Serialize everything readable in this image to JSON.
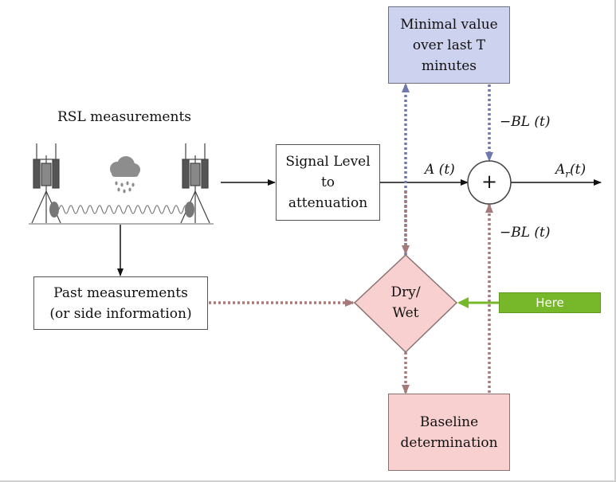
{
  "header": {
    "title": "RSL measurements"
  },
  "boxes": {
    "minimal": "Minimal value\nover last T\nminutes",
    "signal": "Signal Level\nto\nattenuation",
    "past": "Past measurements\n(or side information)",
    "baseline": "Baseline\ndetermination"
  },
  "diamond": {
    "label": "Dry/\nWet"
  },
  "summer": {
    "symbol": "+"
  },
  "signals": {
    "a_t": "A (t)",
    "ar_t": "A",
    "ar_sub": "r",
    "ar_tail": "(t)",
    "bl_top": "−BL (t)",
    "bl_bottom": "−BL (t)"
  },
  "here_button": {
    "label": "Here"
  },
  "colors": {
    "blue_box": "#cdd2ef",
    "pink_box": "#f8d0cf",
    "blue_arrow": "#7178ad",
    "pink_arrow": "#a57a78",
    "here_green": "#76b82a"
  }
}
